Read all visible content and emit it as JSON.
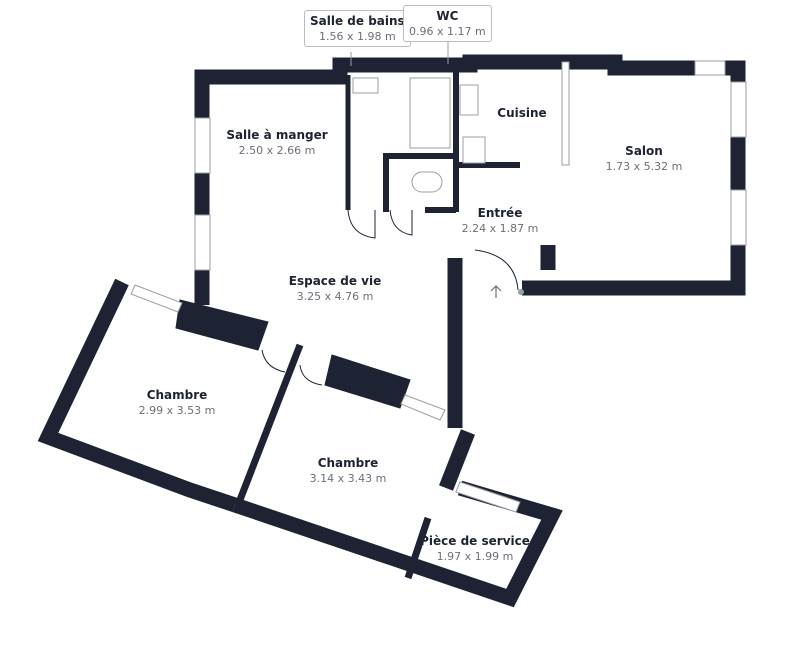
{
  "colors": {
    "wall": "#1e2333",
    "label": "#1e2333",
    "dimension": "#6b6f78",
    "window": "#ffffff"
  },
  "callouts": [
    {
      "name": "Salle de bains",
      "dim": "1.56 x 1.98 m"
    },
    {
      "name": "WC",
      "dim": "0.96 x 1.17 m"
    }
  ],
  "rooms": [
    {
      "name": "Salle à manger",
      "dim": "2.50 x 2.66 m"
    },
    {
      "name": "Cuisine",
      "dim": ""
    },
    {
      "name": "Salon",
      "dim": "1.73 x 5.32 m"
    },
    {
      "name": "Entrée",
      "dim": "2.24 x 1.87 m"
    },
    {
      "name": "Espace de vie",
      "dim": "3.25 x 4.76 m"
    },
    {
      "name": "Chambre",
      "dim": "2.99 x 3.53 m"
    },
    {
      "name": "Chambre",
      "dim": "3.14 x 3.43 m"
    },
    {
      "name": "Pièce de service",
      "dim": "1.97 x 1.99 m"
    }
  ],
  "icons": {
    "entrance": "arrow-up-icon"
  }
}
